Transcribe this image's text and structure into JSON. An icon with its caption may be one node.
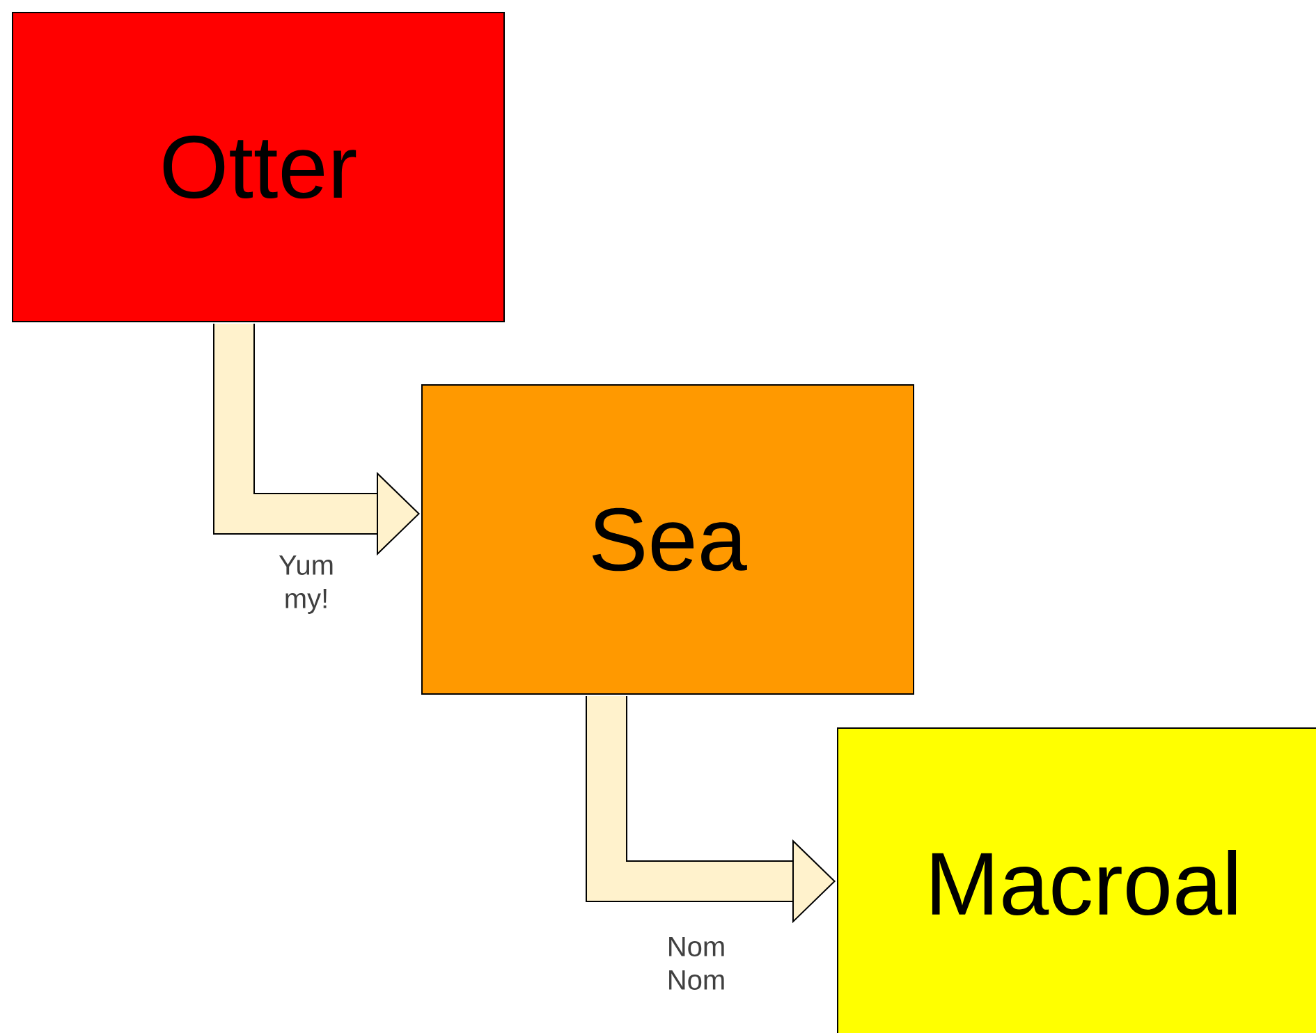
{
  "diagram": {
    "nodes": [
      {
        "text": [
          "Otter"
        ]
      },
      {
        "text": [
          "Sea"
        ]
      },
      {
        "text": [
          "Macroal"
        ]
      }
    ],
    "edges": [
      {
        "from": 0,
        "to": 1,
        "arrow": "to",
        "label": "Yum my!"
      },
      {
        "from": 1,
        "to": 2,
        "arrow": "to",
        "label": "Nom Nom"
      }
    ]
  }
}
